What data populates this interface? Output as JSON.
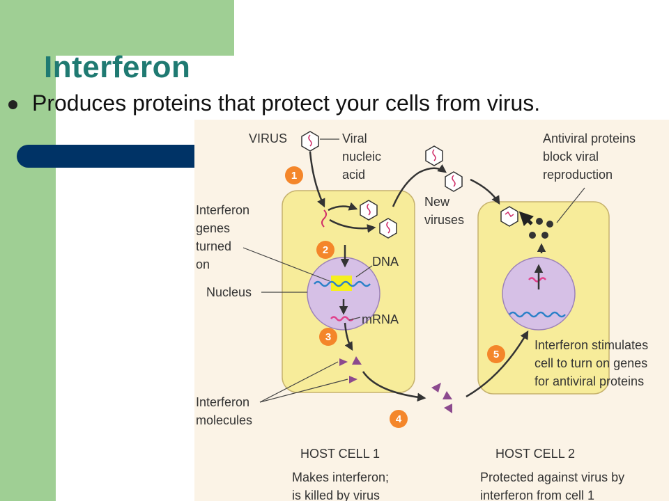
{
  "slide": {
    "title": "Interferon",
    "bullet": "Produces proteins that protect your cells from virus."
  },
  "diagram": {
    "labels": {
      "virus": "VIRUS",
      "viral_nucleic_acid": [
        "Viral",
        "nucleic",
        "acid"
      ],
      "antiviral_proteins": [
        "Antiviral proteins",
        "block viral",
        "reproduction"
      ],
      "new_viruses": [
        "New",
        "viruses"
      ],
      "interferon_genes": [
        "Interferon",
        "genes",
        "turned",
        "on"
      ],
      "dna": "DNA",
      "nucleus": "Nucleus",
      "mrna": "mRNA",
      "interferon_molecules": [
        "Interferon",
        "molecules"
      ],
      "stimulates": [
        "Interferon stimulates",
        "cell to turn on genes",
        "for antiviral proteins"
      ],
      "host_cell_1": "HOST CELL 1",
      "host_cell_2": "HOST CELL 2",
      "host_cell_1_caption": [
        "Makes interferon;",
        "is killed by virus"
      ],
      "host_cell_2_caption": [
        "Protected against virus by",
        "interferon from cell 1"
      ]
    },
    "steps": [
      "1",
      "2",
      "3",
      "4",
      "5"
    ]
  }
}
